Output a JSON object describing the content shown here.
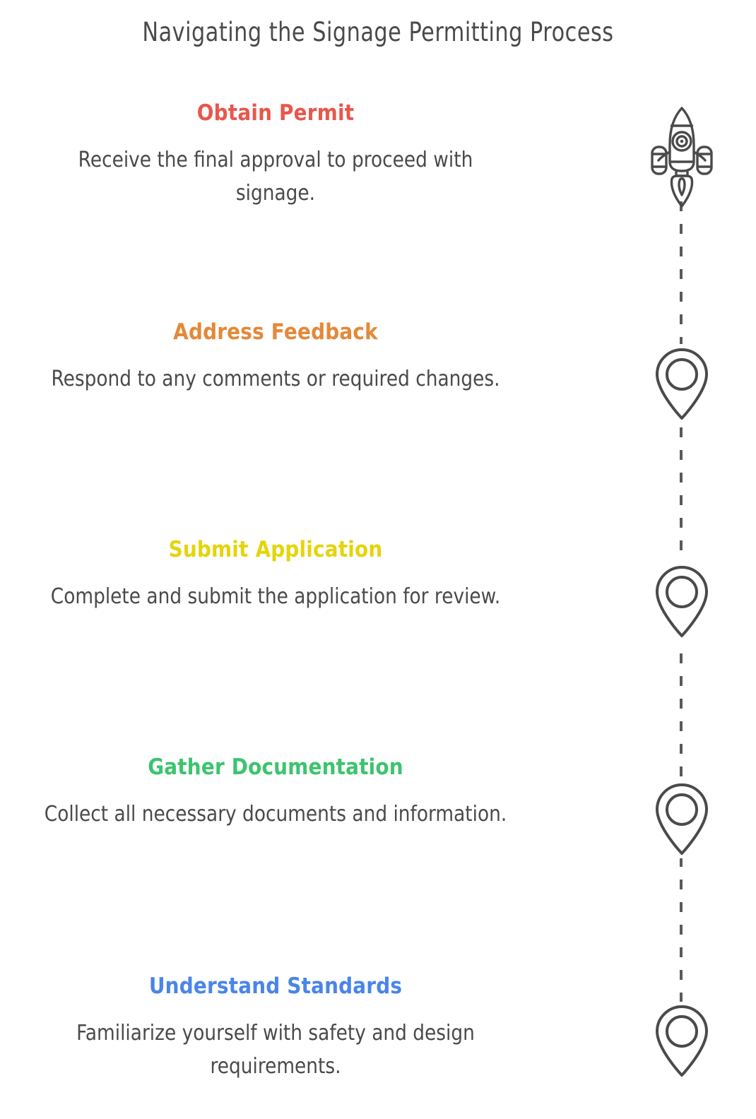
{
  "header": {
    "title": "Navigating the Signage Permitting Process"
  },
  "colors": {
    "background": "#ffffff",
    "body_text": "#4a4a4a",
    "rail": "#5a5a5a",
    "icon_stroke": "#4a4a4a",
    "step_1": "#e8574c",
    "step_2": "#e3893a",
    "step_3": "#e5d40a",
    "step_4": "#3cc46e",
    "step_5": "#4a85e8"
  },
  "timeline": {
    "orientation": "vertical",
    "line_style": "dashed",
    "direction": "bottom-to-top",
    "markers": [
      {
        "name": "rocket-icon",
        "icon": "rocket",
        "step_index": 0
      },
      {
        "name": "map-pin-icon",
        "icon": "map-pin",
        "step_index": 1
      },
      {
        "name": "map-pin-icon",
        "icon": "map-pin",
        "step_index": 2
      },
      {
        "name": "map-pin-icon",
        "icon": "map-pin",
        "step_index": 3
      },
      {
        "name": "map-pin-icon",
        "icon": "map-pin",
        "step_index": 4
      }
    ]
  },
  "steps": [
    {
      "title": "Obtain Permit",
      "description": "Receive the final approval to proceed with signage.",
      "color": "#e8574c",
      "icon": "rocket"
    },
    {
      "title": "Address Feedback",
      "description": "Respond to any comments or required changes.",
      "color": "#e3893a",
      "icon": "map-pin"
    },
    {
      "title": "Submit Application",
      "description": "Complete and submit the application for review.",
      "color": "#e5d40a",
      "icon": "map-pin"
    },
    {
      "title": "Gather Documentation",
      "description": "Collect all necessary documents and information.",
      "color": "#3cc46e",
      "icon": "map-pin"
    },
    {
      "title": "Understand Standards",
      "description": "Familiarize yourself with safety and design requirements.",
      "color": "#4a85e8",
      "icon": "map-pin"
    }
  ]
}
